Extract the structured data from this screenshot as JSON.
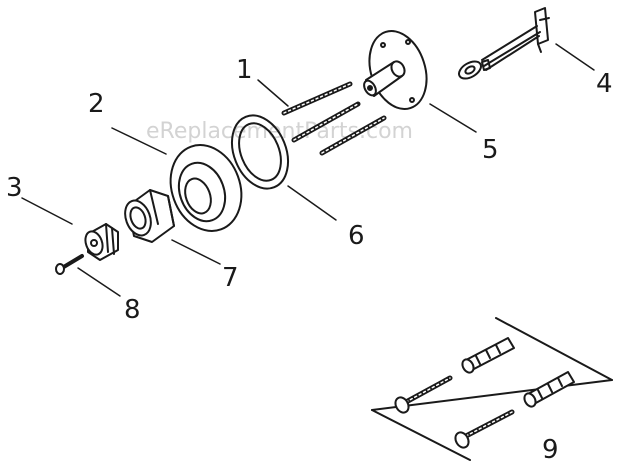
{
  "callouts": [
    "1",
    "2",
    "3",
    "4",
    "5",
    "6",
    "7",
    "8",
    "9"
  ],
  "watermark": "eReplacementParts.com",
  "colors": {
    "ink": "#1a1a1a",
    "paper": "#ffffff",
    "watermark": "#c9c9c9"
  }
}
